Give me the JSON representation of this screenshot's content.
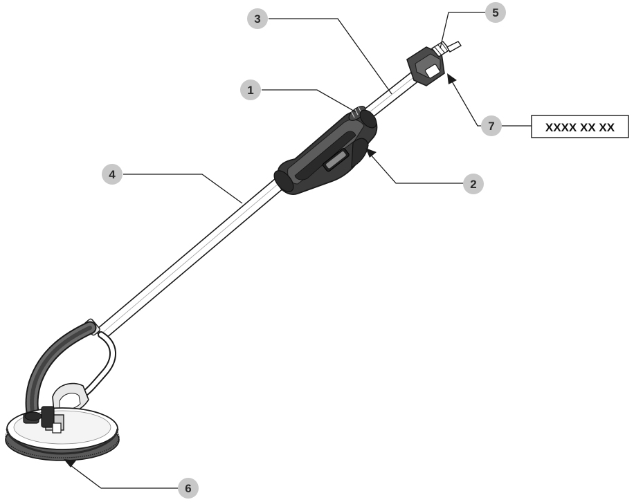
{
  "diagram": {
    "callouts": [
      {
        "id": "1",
        "label": "1"
      },
      {
        "id": "2",
        "label": "2"
      },
      {
        "id": "3",
        "label": "3"
      },
      {
        "id": "4",
        "label": "4"
      },
      {
        "id": "5",
        "label": "5"
      },
      {
        "id": "6",
        "label": "6"
      },
      {
        "id": "7",
        "label": "7"
      }
    ],
    "code_label": "XXXX XX XX",
    "colors": {
      "callout_fill": "#c8c8c8",
      "leader_line": "#1a1a1a",
      "outline": "#1a1a1a",
      "tool_dark": "#3a3a3a",
      "tool_light": "#ffffff"
    }
  }
}
